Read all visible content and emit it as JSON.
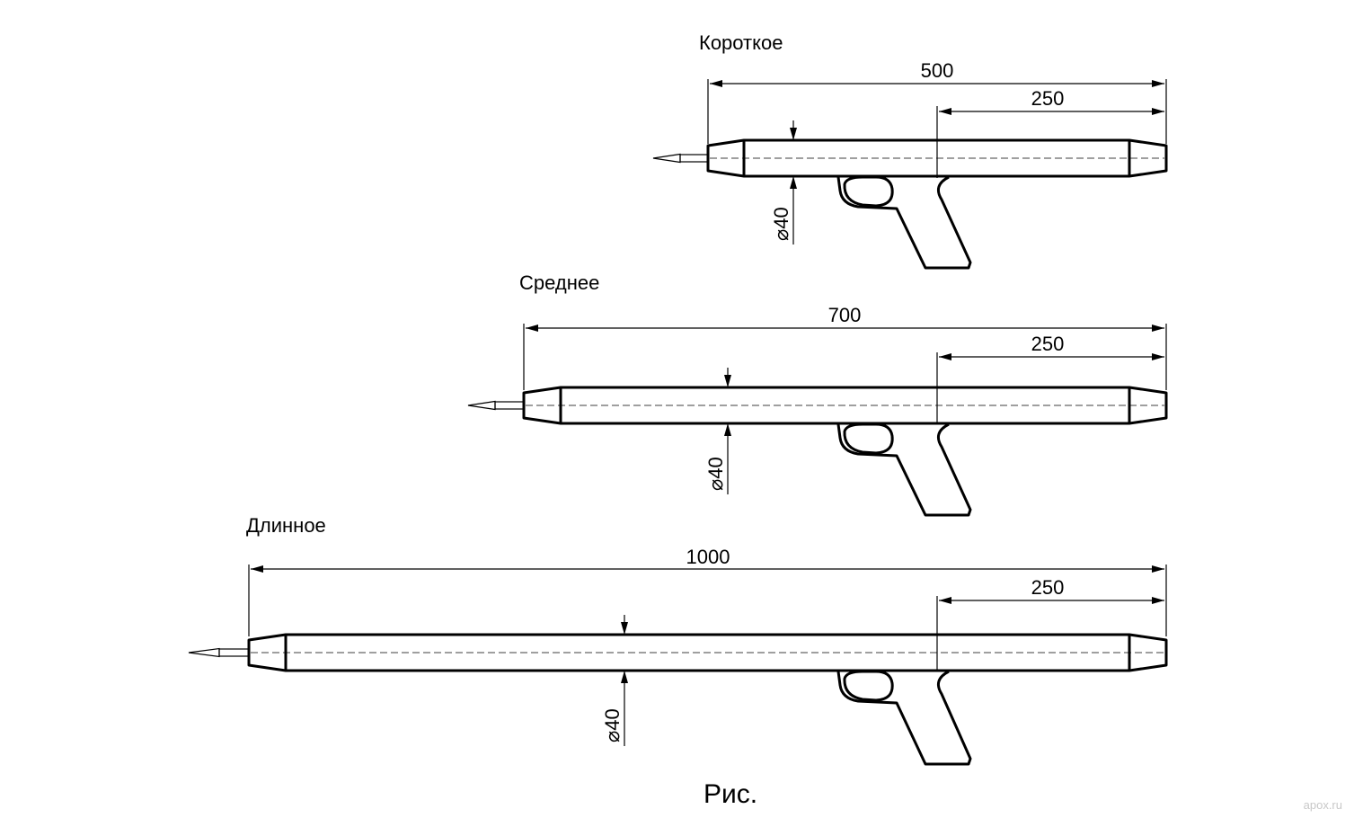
{
  "guns": [
    {
      "name": "Короткое",
      "length": "500",
      "rear": "250",
      "diameter": "40"
    },
    {
      "name": "Среднее",
      "length": "700",
      "rear": "250",
      "diameter": "40"
    },
    {
      "name": "Длинное",
      "length": "1000",
      "rear": "250",
      "diameter": "40"
    }
  ],
  "diameter_symbol": "⌀",
  "caption": "Рис.",
  "watermark": "apox.ru"
}
